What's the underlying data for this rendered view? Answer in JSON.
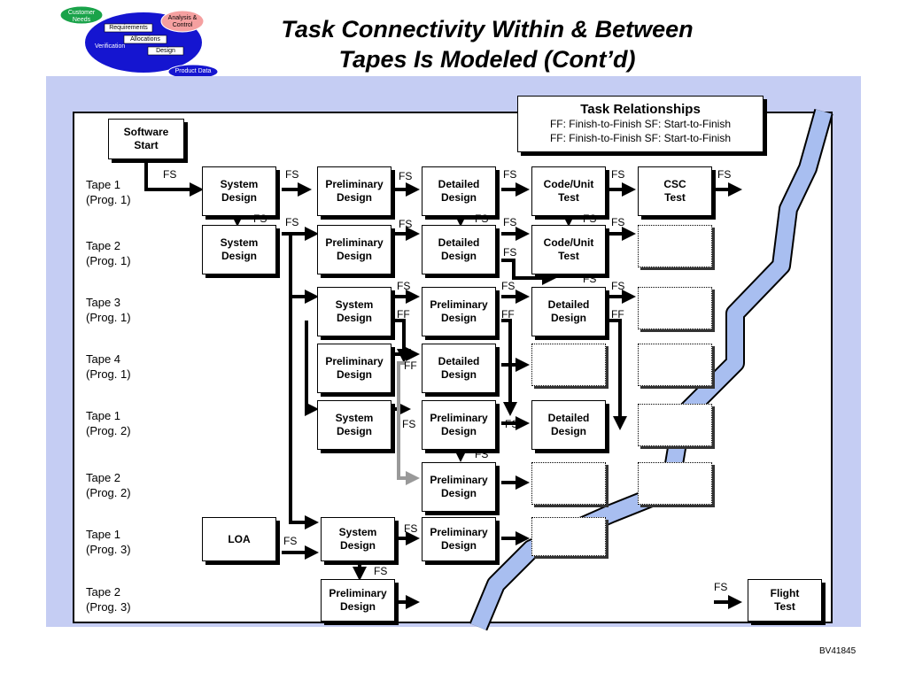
{
  "title": {
    "line1": "Task Connectivity Within & Between",
    "line2": "Tapes Is Modeled (Cont’d)"
  },
  "logo": {
    "customer_needs": "Customer Needs",
    "analysis_control": "Analysis & Control",
    "requirements": "Requirements",
    "allocations": "Allocations",
    "verification": "Verification",
    "design": "Design",
    "product_data": "Product Data"
  },
  "legend": {
    "title": "Task Relationships",
    "line1": "FF: Finish-to-Finish SF: Start-to-Finish",
    "line2": "FF: Finish-to-Finish SF: Start-to-Finish"
  },
  "row_labels": [
    {
      "tape": "Tape 1",
      "prog": "(Prog. 1)"
    },
    {
      "tape": "Tape 2",
      "prog": "(Prog. 1)"
    },
    {
      "tape": "Tape 3",
      "prog": "(Prog. 1)"
    },
    {
      "tape": "Tape 4",
      "prog": "(Prog. 1)"
    },
    {
      "tape": "Tape 1",
      "prog": "(Prog. 2)"
    },
    {
      "tape": "Tape 2",
      "prog": "(Prog. 2)"
    },
    {
      "tape": "Tape 1",
      "prog": "(Prog. 3)"
    },
    {
      "tape": "Tape 2",
      "prog": "(Prog. 3)"
    }
  ],
  "tasks": {
    "software_start": {
      "l1": "Software",
      "l2": "Start"
    },
    "t1p1_system": {
      "l1": "System",
      "l2": "Design"
    },
    "t1p1_prelim": {
      "l1": "Preliminary",
      "l2": "Design"
    },
    "t1p1_detailed": {
      "l1": "Detailed",
      "l2": "Design"
    },
    "t1p1_code": {
      "l1": "Code/Unit",
      "l2": "Test"
    },
    "t1p1_csc": {
      "l1": "CSC",
      "l2": "Test"
    },
    "t2p1_system": {
      "l1": "System",
      "l2": "Design"
    },
    "t2p1_prelim": {
      "l1": "Preliminary",
      "l2": "Design"
    },
    "t2p1_detailed": {
      "l1": "Detailed",
      "l2": "Design"
    },
    "t2p1_code": {
      "l1": "Code/Unit",
      "l2": "Test"
    },
    "t3p1_system": {
      "l1": "System",
      "l2": "Design"
    },
    "t3p1_prelim": {
      "l1": "Preliminary",
      "l2": "Design"
    },
    "t3p1_detailed": {
      "l1": "Detailed",
      "l2": "Design"
    },
    "t4p1_prelim": {
      "l1": "Preliminary",
      "l2": "Design"
    },
    "t4p1_detailed": {
      "l1": "Detailed",
      "l2": "Design"
    },
    "t1p2_system": {
      "l1": "System",
      "l2": "Design"
    },
    "t1p2_prelim": {
      "l1": "Preliminary",
      "l2": "Design"
    },
    "t1p2_detailed": {
      "l1": "Detailed",
      "l2": "Design"
    },
    "t2p2_prelim": {
      "l1": "Preliminary",
      "l2": "Design"
    },
    "loa": {
      "l1": "LOA"
    },
    "t1p3_system": {
      "l1": "System",
      "l2": "Design"
    },
    "t1p3_prelim": {
      "l1": "Preliminary",
      "l2": "Design"
    },
    "t2p3_prelim": {
      "l1": "Preliminary",
      "l2": "Design"
    },
    "flight_test": {
      "l1": "Flight",
      "l2": "Test"
    }
  },
  "relations": {
    "fs": "FS",
    "ff": "FF"
  },
  "footer": {
    "code": "BV41845"
  },
  "colors": {
    "background_band": "#c5cdf3",
    "river": "#a8bef0",
    "gray_link": "#999999",
    "logo_blue": "#1515d0",
    "logo_green": "#1aa34a",
    "logo_pink": "#f5a0a0"
  }
}
